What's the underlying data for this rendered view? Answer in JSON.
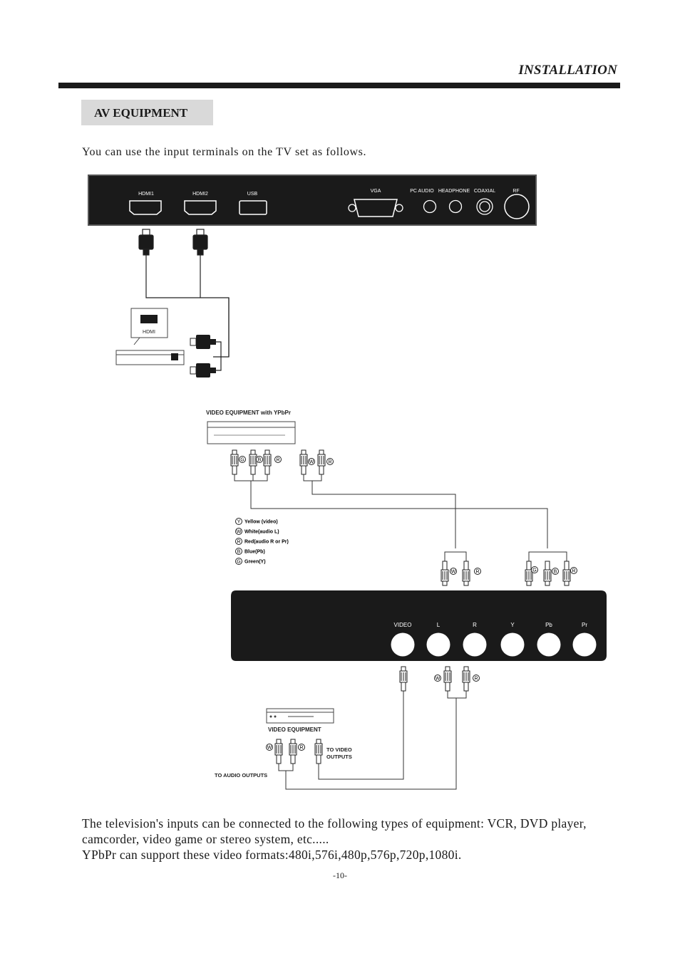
{
  "header": {
    "title": "INSTALLATION"
  },
  "section": {
    "title": "AV EQUIPMENT"
  },
  "intro": "You can use the input terminals on the TV set as follows.",
  "top_panel": {
    "ports": [
      "HDMI1",
      "HDMI2",
      "USB",
      "VGA",
      "PC AUDIO",
      "HEADPHONE",
      "COAXIAL",
      "RF"
    ]
  },
  "hdmi_device": {
    "label": "HDMI"
  },
  "ypbpr_equipment": {
    "title": "VIDEO EQUIPMENT with YPbPr",
    "legend": [
      {
        "letter": "Y",
        "text": "Yellow (video)"
      },
      {
        "letter": "W",
        "text": "White(audio L)"
      },
      {
        "letter": "R",
        "text": "Red(audio R or Pr)"
      },
      {
        "letter": "B",
        "text": "Blue(Pb)"
      },
      {
        "letter": "G",
        "text": "Green(Y)"
      }
    ]
  },
  "bottom_panel": {
    "ports": [
      "VIDEO",
      "L",
      "R",
      "Y",
      "Pb",
      "Pr"
    ]
  },
  "video_equipment": {
    "title": "VIDEO EQUIPMENT",
    "to_video_line1": "TO VIDEO",
    "to_video_line2": "OUTPUTS",
    "to_audio": "TO AUDIO OUTPUTS"
  },
  "plug_letters": {
    "w": "W",
    "r": "R",
    "g": "G",
    "b": "B"
  },
  "footer": {
    "line1": "The television's inputs can be connected to the following types of equipment: VCR, DVD player,",
    "line2": "camcorder, video game or stereo system, etc.....",
    "line3": "YPbPr can support these video formats:480i,576i,480p,576p,720p,1080i."
  },
  "page_number": "-10-"
}
